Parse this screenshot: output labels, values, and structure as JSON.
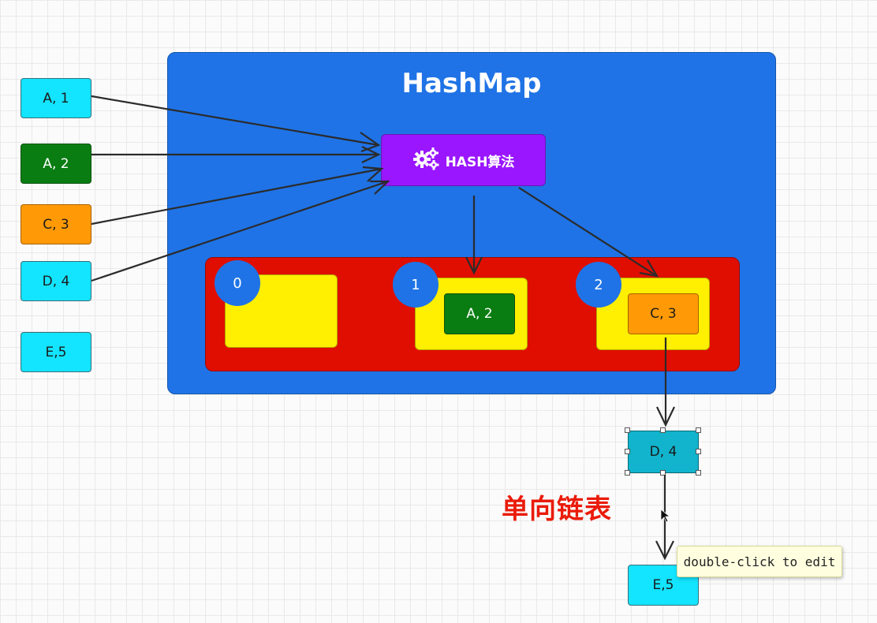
{
  "diagram": {
    "title": "HashMap",
    "hash_function": {
      "label": "HASH算法",
      "icon": "gears-icon"
    },
    "inputs": [
      "A, 1",
      "A, 2",
      "C, 3",
      "D, 4",
      "E,5"
    ],
    "buckets": [
      {
        "index": "0",
        "entry": ""
      },
      {
        "index": "1",
        "entry": "A, 2"
      },
      {
        "index": "2",
        "entry": "C, 3"
      }
    ],
    "chain_nodes": [
      "D, 4",
      "E,5"
    ],
    "chain_label": "单向链表",
    "tooltip": "double-click to edit"
  },
  "colors": {
    "hashmap_bg": "#1f73e6",
    "hash_algo_bg": "#9a16ff",
    "bucket_array_bg": "#e00e00",
    "slot_bg": "#ffef00",
    "cyan_node": "#13e4ff",
    "green_node": "#0a7d12",
    "orange_node": "#ff9a06",
    "chain_label_color": "#ea1b0a"
  }
}
